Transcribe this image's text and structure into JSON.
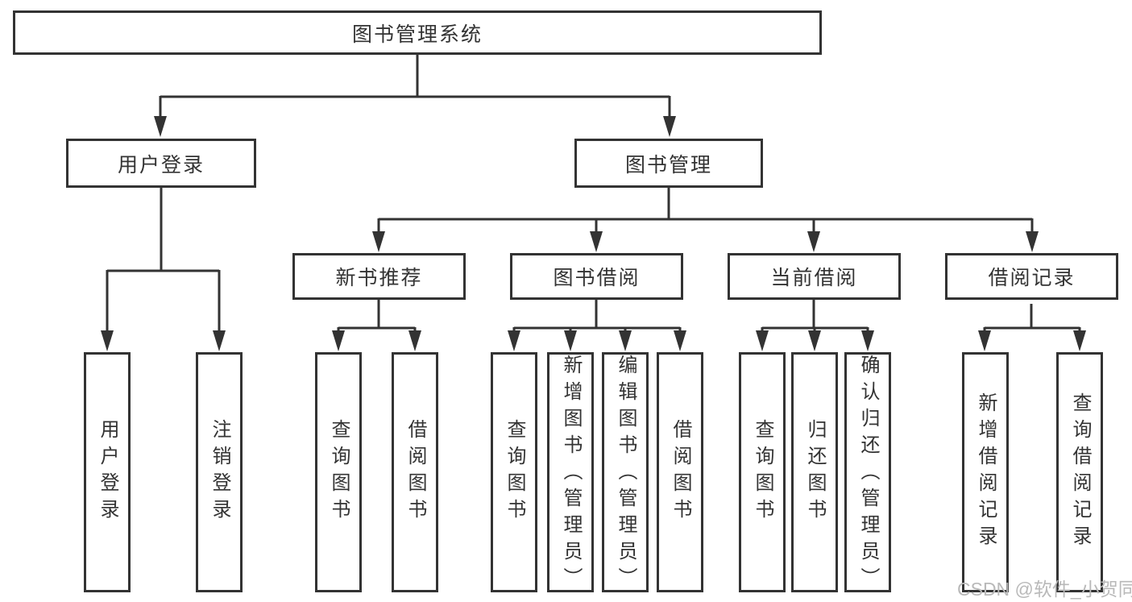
{
  "diagram": {
    "title": "图书管理系统",
    "level1": [
      {
        "label": "用户登录"
      },
      {
        "label": "图书管理"
      }
    ],
    "level2": [
      {
        "label": "新书推荐"
      },
      {
        "label": "图书借阅"
      },
      {
        "label": "当前借阅"
      },
      {
        "label": "借阅记录"
      }
    ],
    "leaves": [
      {
        "label": "用户登录"
      },
      {
        "label": "注销登录"
      },
      {
        "label": "查询图书"
      },
      {
        "label": "借阅图书"
      },
      {
        "label": "查询图书"
      },
      {
        "label": "新增图书（管理员）"
      },
      {
        "label": "编辑图书（管理员）"
      },
      {
        "label": "借阅图书"
      },
      {
        "label": "查询图书"
      },
      {
        "label": "归还图书"
      },
      {
        "label": "确认归还（管理员）"
      },
      {
        "label": "新增借阅记录"
      },
      {
        "label": "查询借阅记录"
      }
    ]
  },
  "watermark": "CSDN @软件_小贺同学",
  "colors": {
    "line": "#333333",
    "box_border": "#333333",
    "box_fill": "#ffffff",
    "text": "#333333",
    "watermark": "#b9b9b9"
  }
}
